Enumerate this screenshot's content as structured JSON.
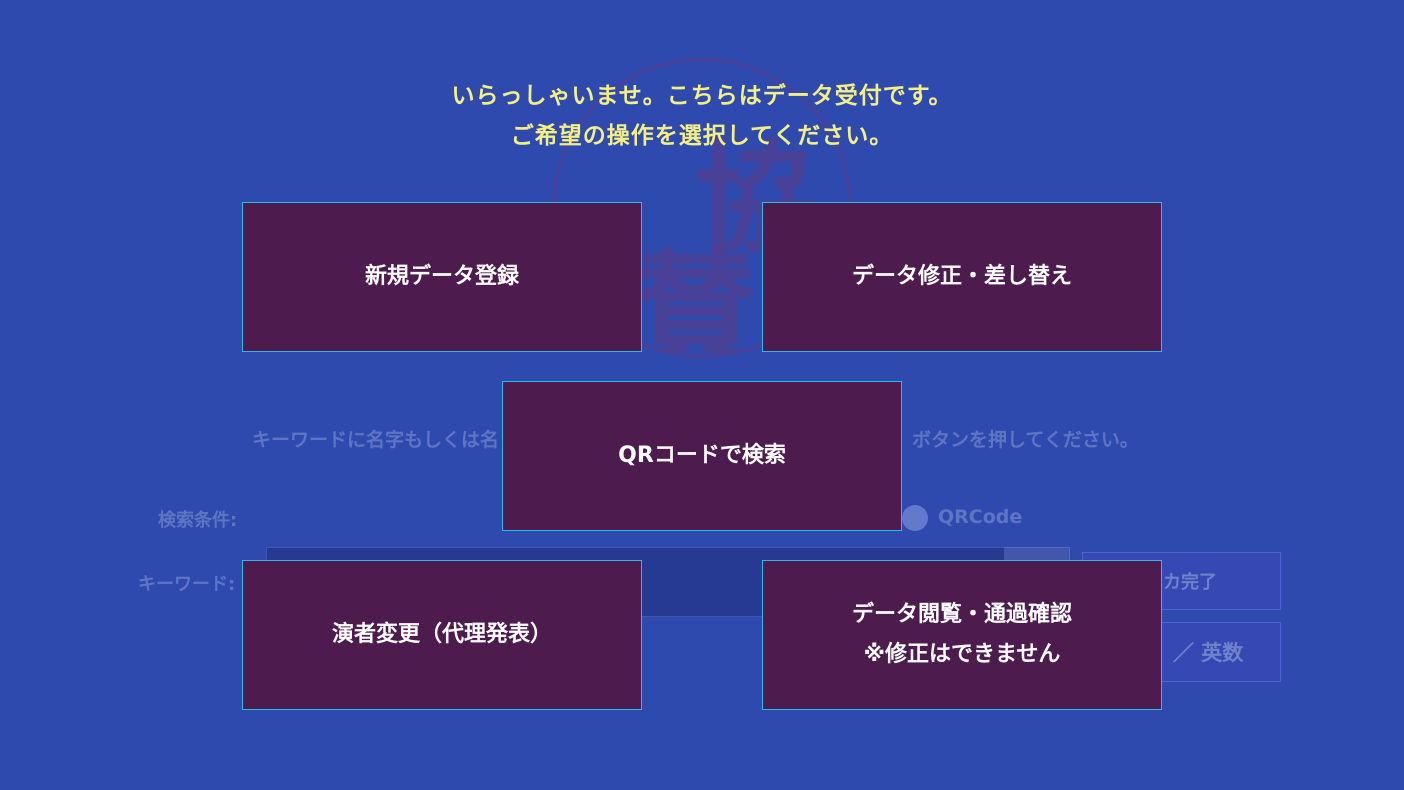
{
  "header": {
    "line1": "いらっしゃいませ。こちらはデータ受付です。",
    "line2": "ご希望の操作を選択してください。"
  },
  "background": {
    "instruction_left": "キーワードに名字もしくは名",
    "instruction_right": "ボタンを押してください。",
    "search_condition_label": "検索条件:",
    "qrcode_option_label": "QRCode",
    "keyword_label": "キーワード:",
    "input_complete_label": "カ完了",
    "mode_toggle_label": "／ 英数",
    "seal_chars": [
      "協",
      "賛"
    ]
  },
  "menu": {
    "new_registration": "新規データ登録",
    "edit_replace": "データ修正・差し替え",
    "qr_search": "QRコードで検索",
    "presenter_change": "演者変更（代理発表）",
    "view_line1": "データ閲覧・通過確認",
    "view_line2": "※修正はできません"
  },
  "colors": {
    "background": "#2f4aae",
    "button_fill": "#4d1b4d",
    "button_border": "#29b9ea",
    "greeting_text": "#f4ef82"
  }
}
